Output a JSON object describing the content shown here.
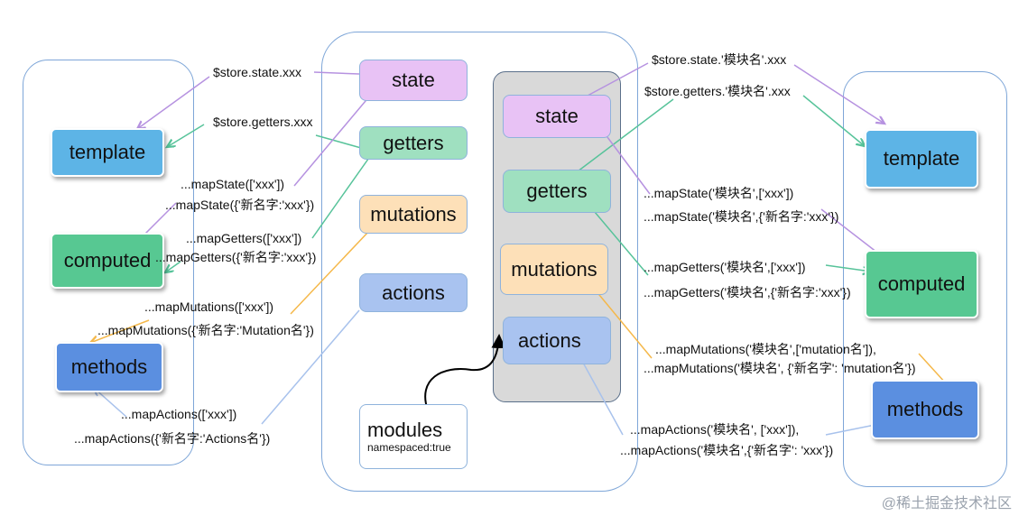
{
  "colors": {
    "template": "#5db4e6",
    "computed": "#57c892",
    "methods": "#5b8fe0",
    "state": "#e8c2f5",
    "getters": "#9fe0c0",
    "mutations": "#fde0b8",
    "actions": "#a9c3f0",
    "modules_panel": "#d9d9d9",
    "line_state": "#b692e0",
    "line_getters": "#57c39a",
    "line_mutations": "#f5b84a",
    "line_actions": "#a8c2ec"
  },
  "left_component": {
    "template": "template",
    "computed": "computed",
    "methods": "methods"
  },
  "right_component": {
    "template": "template",
    "computed": "computed",
    "methods": "methods"
  },
  "store": {
    "state": "state",
    "getters": "getters",
    "mutations": "mutations",
    "actions": "actions",
    "modules": "modules",
    "namespaced": "namespaced:true"
  },
  "module": {
    "state": "state",
    "getters": "getters",
    "mutations": "mutations",
    "actions": "actions"
  },
  "left_labels": {
    "store_state": "$store.state.xxx",
    "store_getters": "$store.getters.xxx",
    "mapState1": "...mapState(['xxx'])",
    "mapState2": "...mapState({'新名字:'xxx'})",
    "mapGetters1": "...mapGetters(['xxx'])",
    "mapGetters2": "...mapGetters({'新名字:'xxx'})",
    "mapMutations1": "...mapMutations(['xxx'])",
    "mapMutations2": "...mapMutations({'新名字:'Mutation名'})",
    "mapActions1": "...mapActions(['xxx'])",
    "mapActions2": "...mapActions({'新名字:'Actions名'})"
  },
  "right_labels": {
    "store_state": "$store.state.'模块名'.xxx",
    "store_getters": "$store.getters.'模块名'.xxx",
    "mapState1": "...mapState('模块名',['xxx'])",
    "mapState2": "...mapState('模块名',{'新名字:'xxx'})",
    "mapGetters1": "...mapGetters('模块名',['xxx'])",
    "mapGetters2": "...mapGetters('模块名',{'新名字:'xxx'})",
    "mapMutations1": "...mapMutations('模块名',['mutation名']),",
    "mapMutations2": "...mapMutations('模块名', {'新名字': 'mutation名'})",
    "mapActions1": "...mapActions('模块名', ['xxx']),",
    "mapActions2": "...mapActions('模块名',{'新名字': 'xxx'})"
  },
  "watermark": "@稀土掘金技术社区"
}
